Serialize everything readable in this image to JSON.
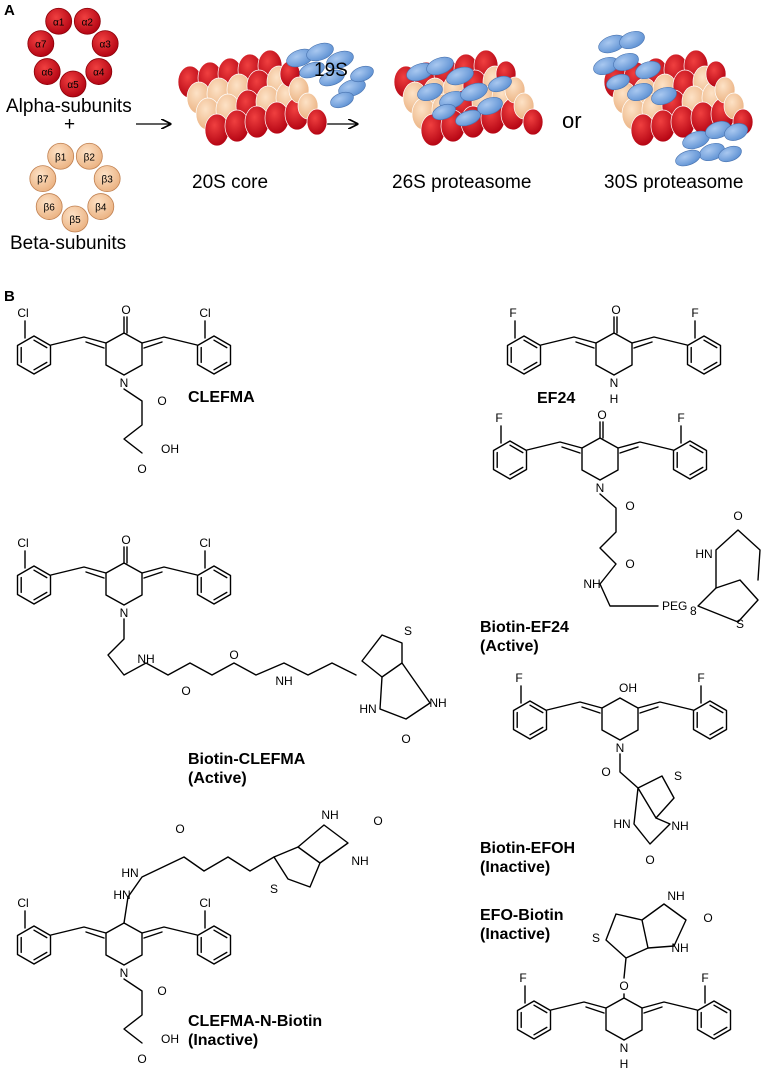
{
  "panel_a": {
    "letter": "A",
    "alpha_label": "Alpha-subunits",
    "plus": "+",
    "beta_label": "Beta-subunits",
    "alpha_subunits": [
      "α1",
      "α2",
      "α3",
      "α4",
      "α5",
      "α6",
      "α7"
    ],
    "beta_subunits": [
      "β1",
      "β2",
      "β3",
      "β4",
      "β5",
      "β6",
      "β7"
    ],
    "core_label": "20S core",
    "cap_label": "19S",
    "p26_label": "26S proteasome",
    "or_label": "or",
    "p30_label": "30S proteasome",
    "colors": {
      "alpha": "#d0101a",
      "beta": "#f6c9a0",
      "cap": "#7aa6de"
    }
  },
  "panel_b": {
    "letter": "B",
    "compounds": [
      {
        "name": "CLEFMA"
      },
      {
        "name": "EF24"
      },
      {
        "name": "Biotin-CLEFMA",
        "status": "(Active)"
      },
      {
        "name": "Biotin-EF24",
        "status": "(Active)"
      },
      {
        "name": "Biotin-EFOH",
        "status": "(Inactive)"
      },
      {
        "name": "EFO-Biotin",
        "status": "(Inactive)"
      },
      {
        "name": "CLEFMA-N-Biotin",
        "status": "(Inactive)"
      }
    ],
    "atoms": {
      "cl": "Cl",
      "f": "F",
      "o": "O",
      "n": "N",
      "h": "H",
      "oh": "OH",
      "nh": "NH",
      "hn": "HN",
      "s": "S",
      "peg": "PEG",
      "peg_sub": "8"
    }
  }
}
